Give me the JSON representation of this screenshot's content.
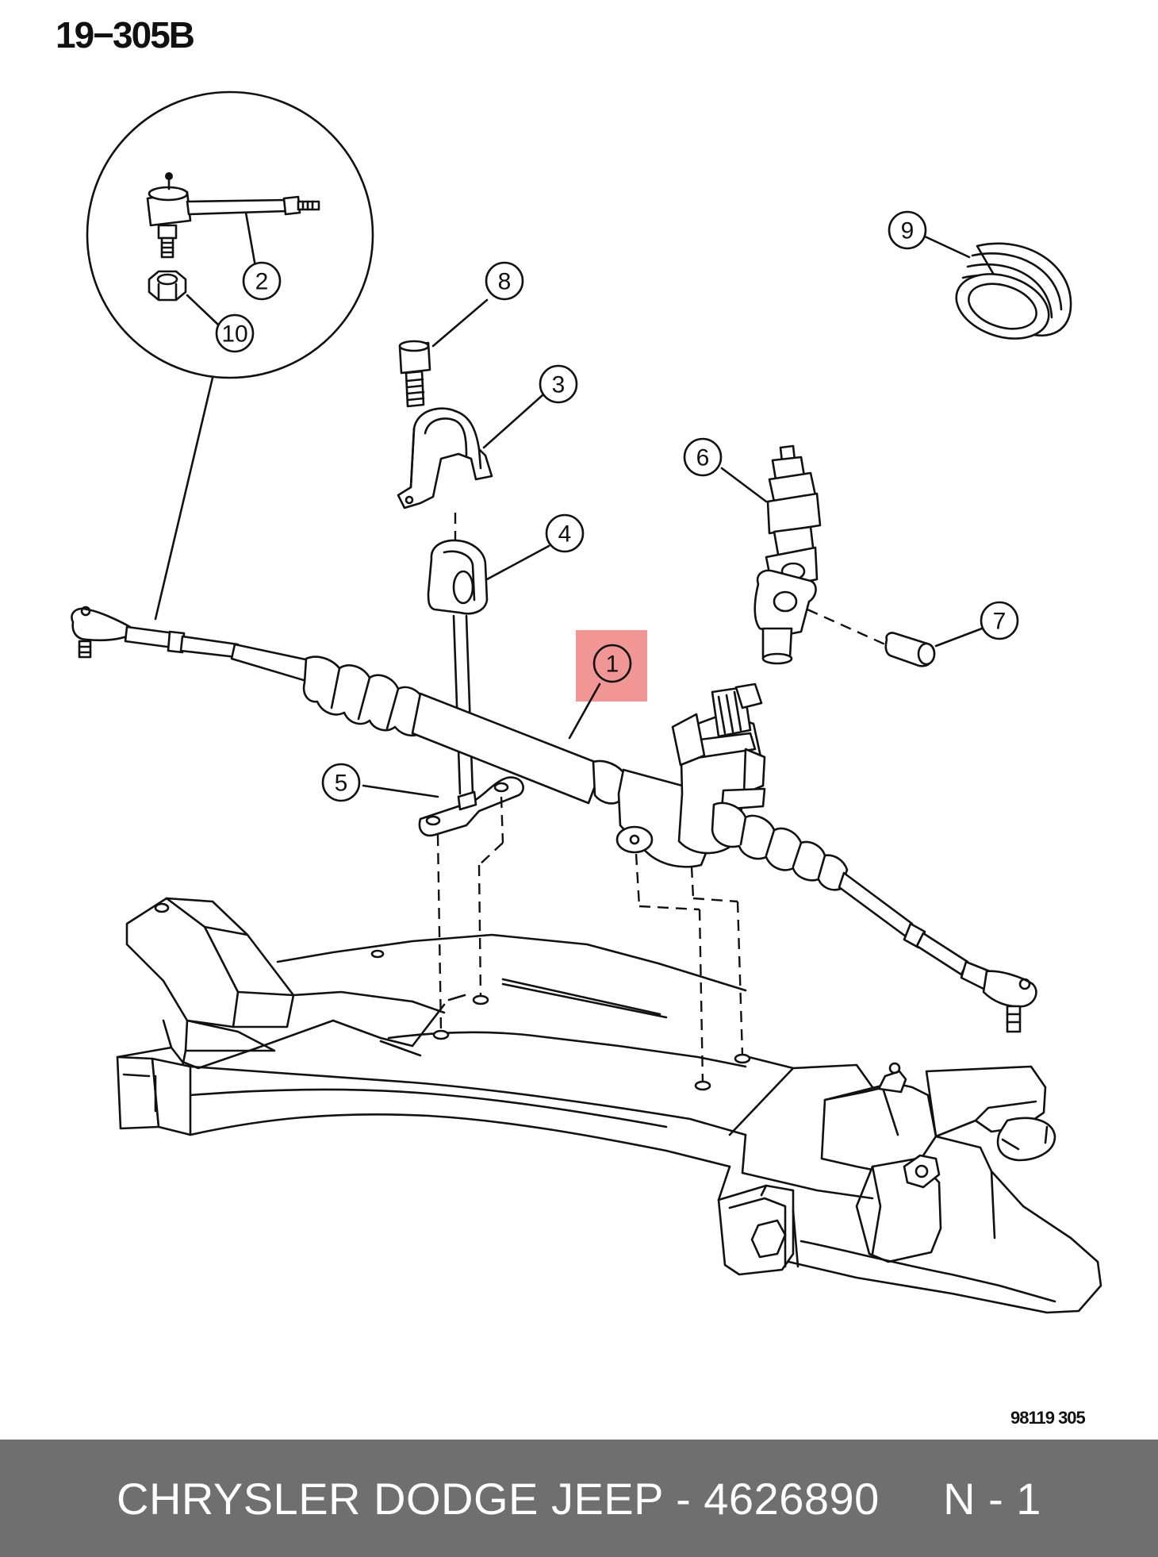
{
  "diagram": {
    "id_label": "19−305B",
    "code_label": "98119  305",
    "highlight_color": "#f08a8a",
    "highlighted_callout": "1",
    "callouts": [
      {
        "number": "1",
        "part": "rack-and-pinion-gear"
      },
      {
        "number": "2",
        "part": "tie-rod-end"
      },
      {
        "number": "3",
        "part": "mounting-bracket"
      },
      {
        "number": "4",
        "part": "bushing"
      },
      {
        "number": "5",
        "part": "retainer-plate"
      },
      {
        "number": "6",
        "part": "intermediate-shaft-coupling"
      },
      {
        "number": "7",
        "part": "coupling-pin"
      },
      {
        "number": "8",
        "part": "bolt"
      },
      {
        "number": "9",
        "part": "dust-boot"
      },
      {
        "number": "10",
        "part": "nut"
      }
    ]
  },
  "footer": {
    "brand": "CHRYSLER DODGE JEEP",
    "separator": "-",
    "part_number": "4626890",
    "index": "N - 1",
    "background": "#6f6f6f"
  }
}
